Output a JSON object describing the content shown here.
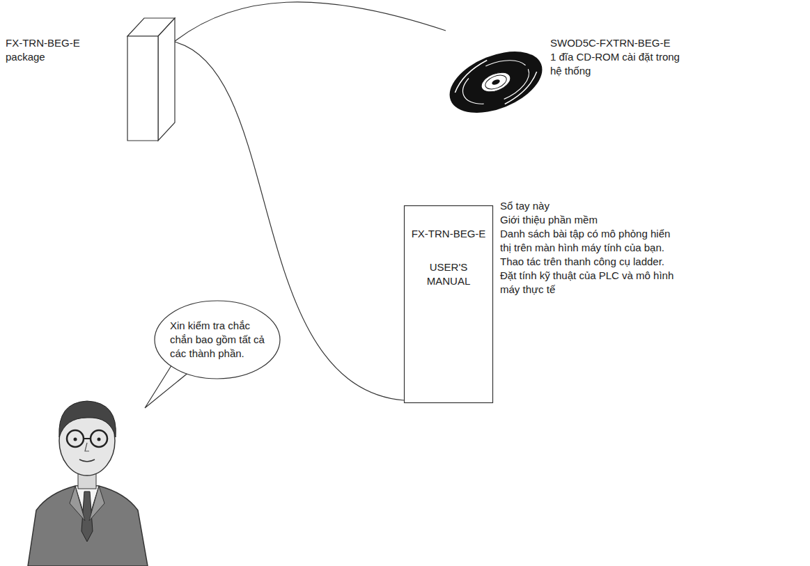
{
  "diagram": {
    "nodes": [
      {
        "text": [
          "FX-TRN-BEG-E package"
        ]
      },
      {
        "text": [
          "SWOD5C-FXTRN-BEG-E",
          "1 đĩa CD-ROM cài đặt trong hệ thống"
        ]
      },
      {
        "text": [
          "FX-TRN-BEG-E",
          "USER'S MANUAL",
          "Sổ tay này",
          "Giới thiệu phần mềm",
          "Danh sách bài tập có mô phỏng hiển thị trên màn hình máy tính của bạn.",
          "Thao tác trên thanh công cụ ladder.",
          "Đặt tính kỹ thuật của PLC và mô hình máy thực tế"
        ]
      },
      {
        "text": [
          "Xin kiểm tra chắc chắn bao gồm tất cả các thành phần."
        ]
      }
    ],
    "edges": [
      {
        "from": 0,
        "to": 1,
        "arrow": "none"
      },
      {
        "from": 0,
        "to": 2,
        "arrow": "none"
      }
    ]
  }
}
